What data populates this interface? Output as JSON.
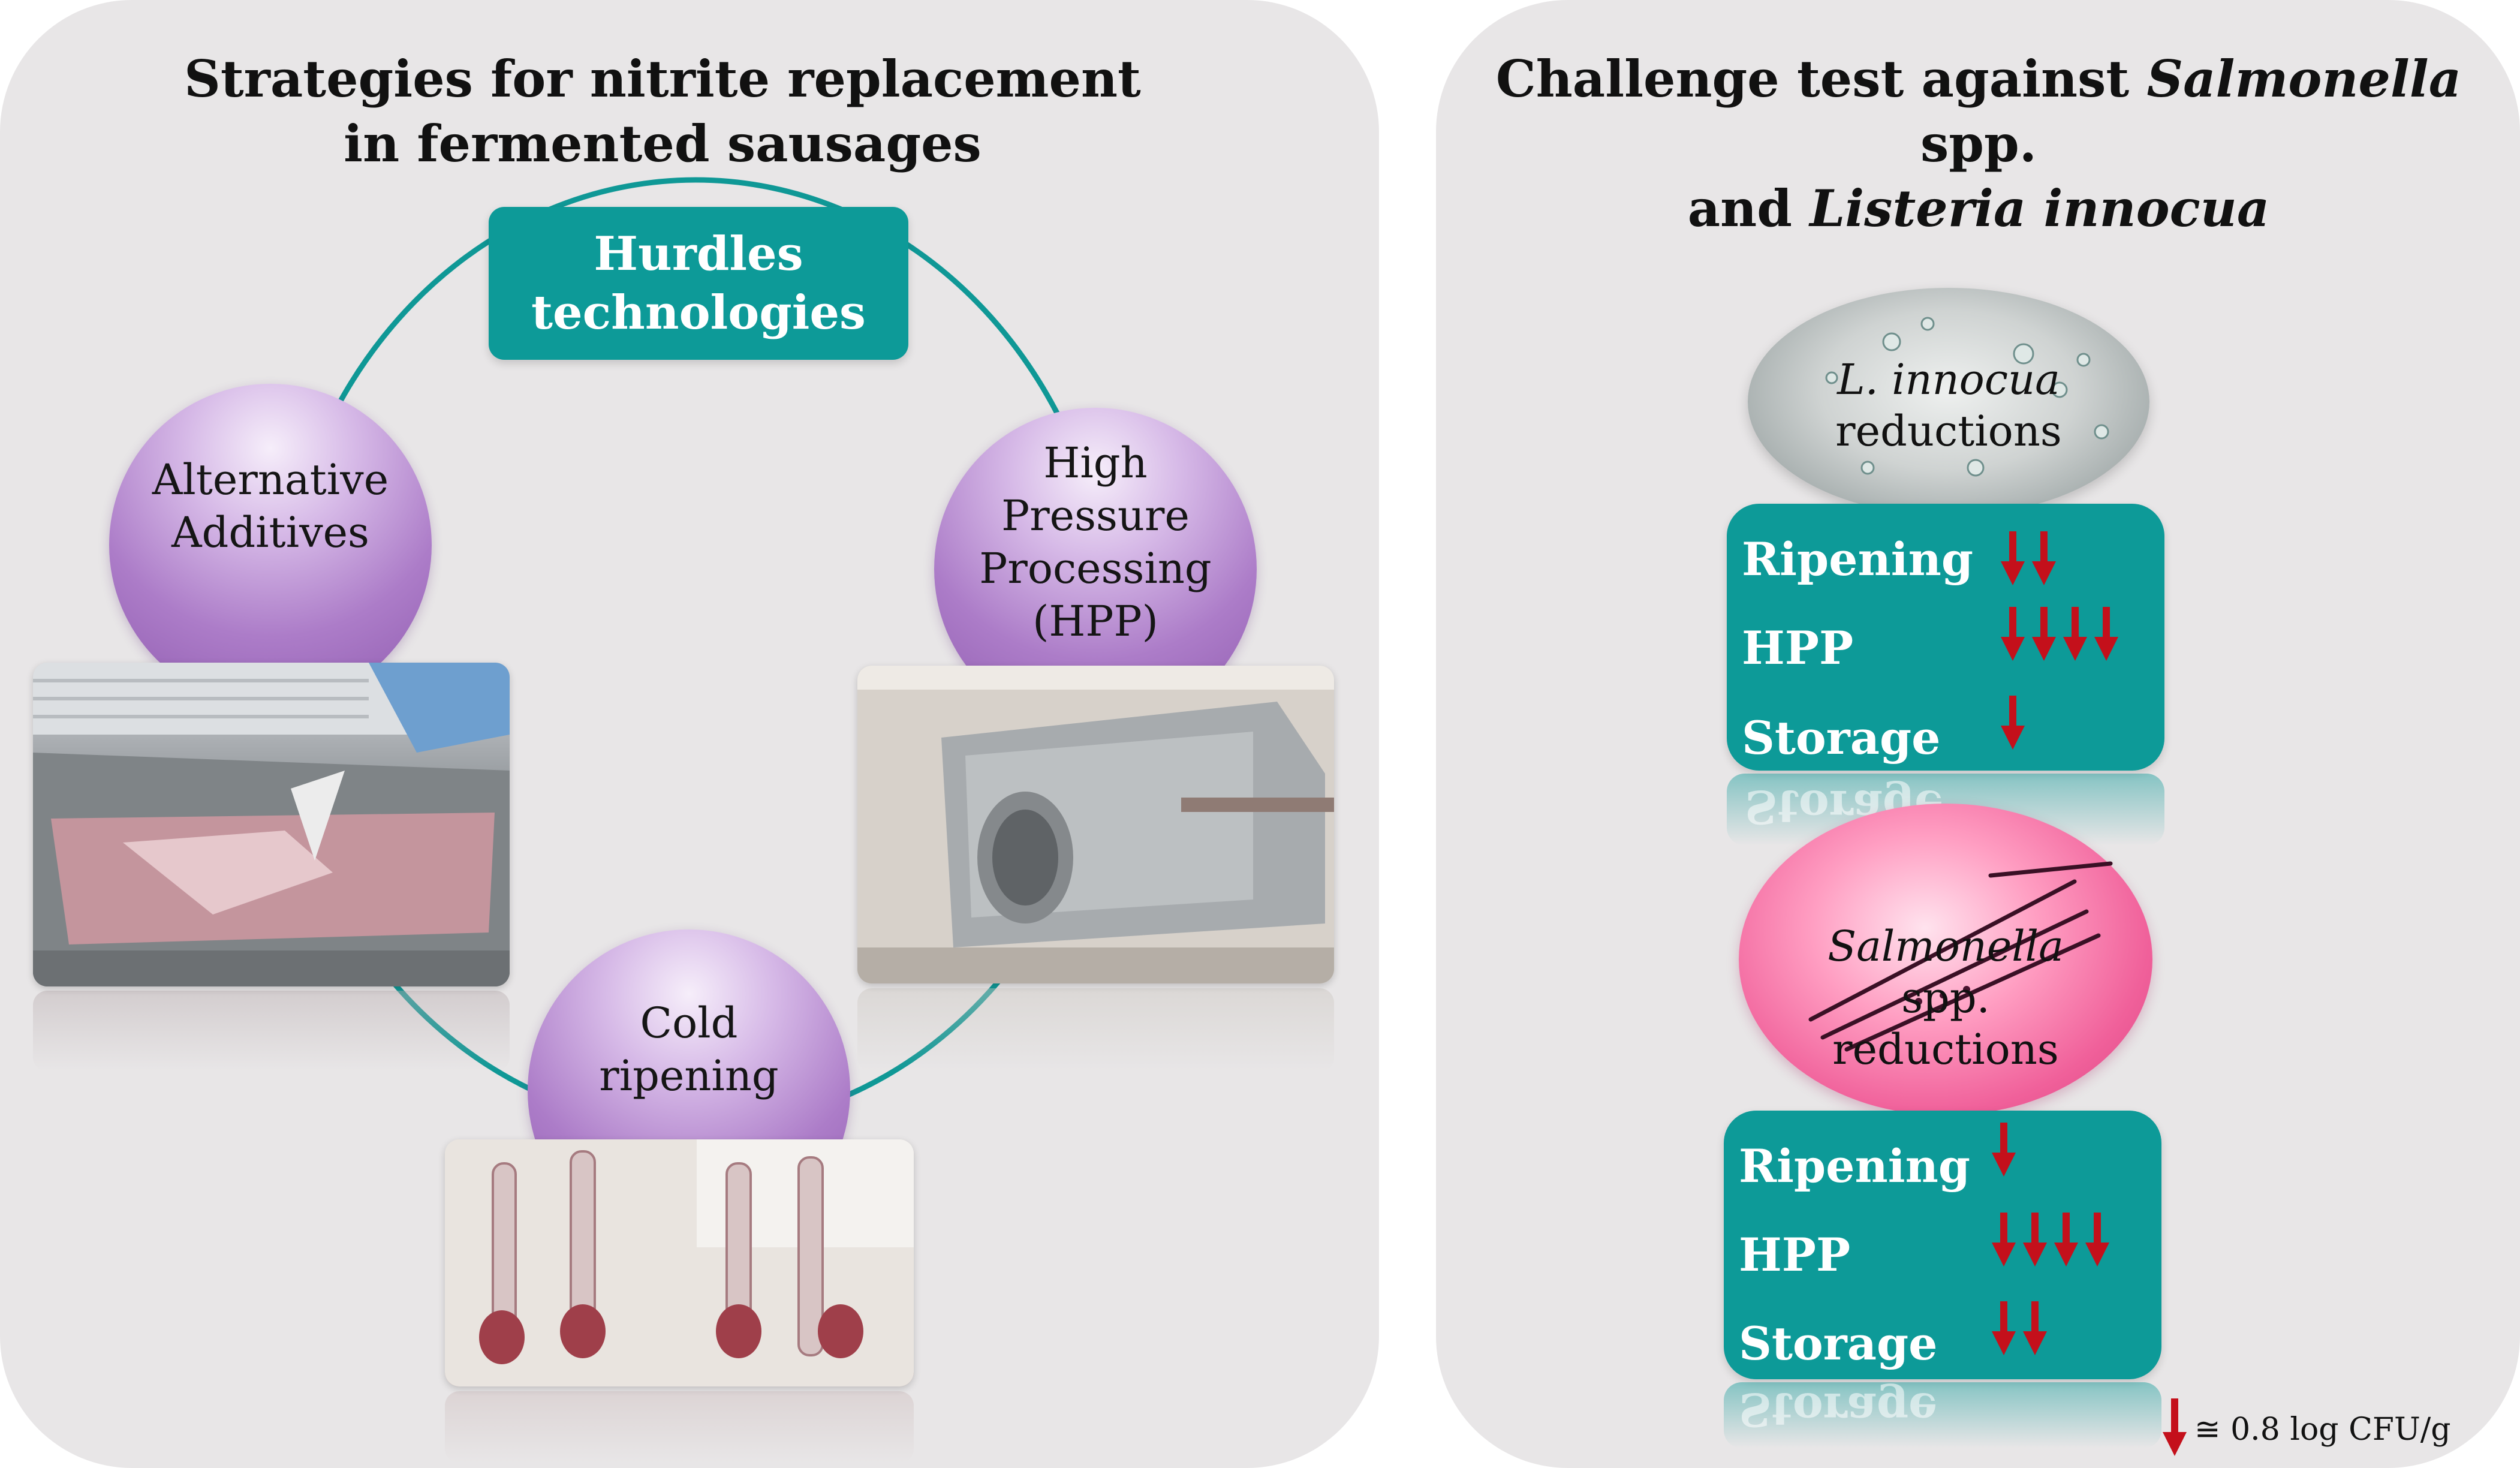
{
  "left_panel": {
    "title_line1": "Strategies for nitrite replacement",
    "title_line2": "in fermented sausages",
    "center_box": {
      "line1": "Hurdles",
      "line2": "technologies"
    },
    "strategies": [
      {
        "lines": [
          "Alternative",
          "Additives"
        ]
      },
      {
        "lines": [
          "High",
          "Pressure",
          "Processing",
          "(HPP)"
        ]
      },
      {
        "lines": [
          "Cold",
          "ripening"
        ]
      }
    ]
  },
  "right_panel": {
    "title_part1": "Challenge test against ",
    "title_italic1": "Salmonella",
    "title_part2": " spp.",
    "title_part3": "and ",
    "title_italic2": "Listeria innocua",
    "listeria": {
      "label_italic": "L. innocua",
      "label_rest": "reductions",
      "rows": [
        {
          "label": "Ripening",
          "arrows": 2
        },
        {
          "label": "HPP",
          "arrows": 4
        },
        {
          "label": "Storage",
          "arrows": 1
        }
      ],
      "mirror_text": "Storage"
    },
    "salmonella": {
      "label_italic": "Salmonella",
      "label_rest1": "spp.",
      "label_rest2": "reductions",
      "rows": [
        {
          "label": "Ripening",
          "arrows": 1
        },
        {
          "label": "HPP",
          "arrows": 4
        },
        {
          "label": "Storage",
          "arrows": 2
        }
      ],
      "mirror_text": "Storage"
    },
    "legend": "≅ 0.8 log CFU/g"
  },
  "colors": {
    "panel": "#e8e6e7",
    "teal": "#0d9a98",
    "purple": "#ac7cc8",
    "arrow_red": "#c4101b"
  }
}
